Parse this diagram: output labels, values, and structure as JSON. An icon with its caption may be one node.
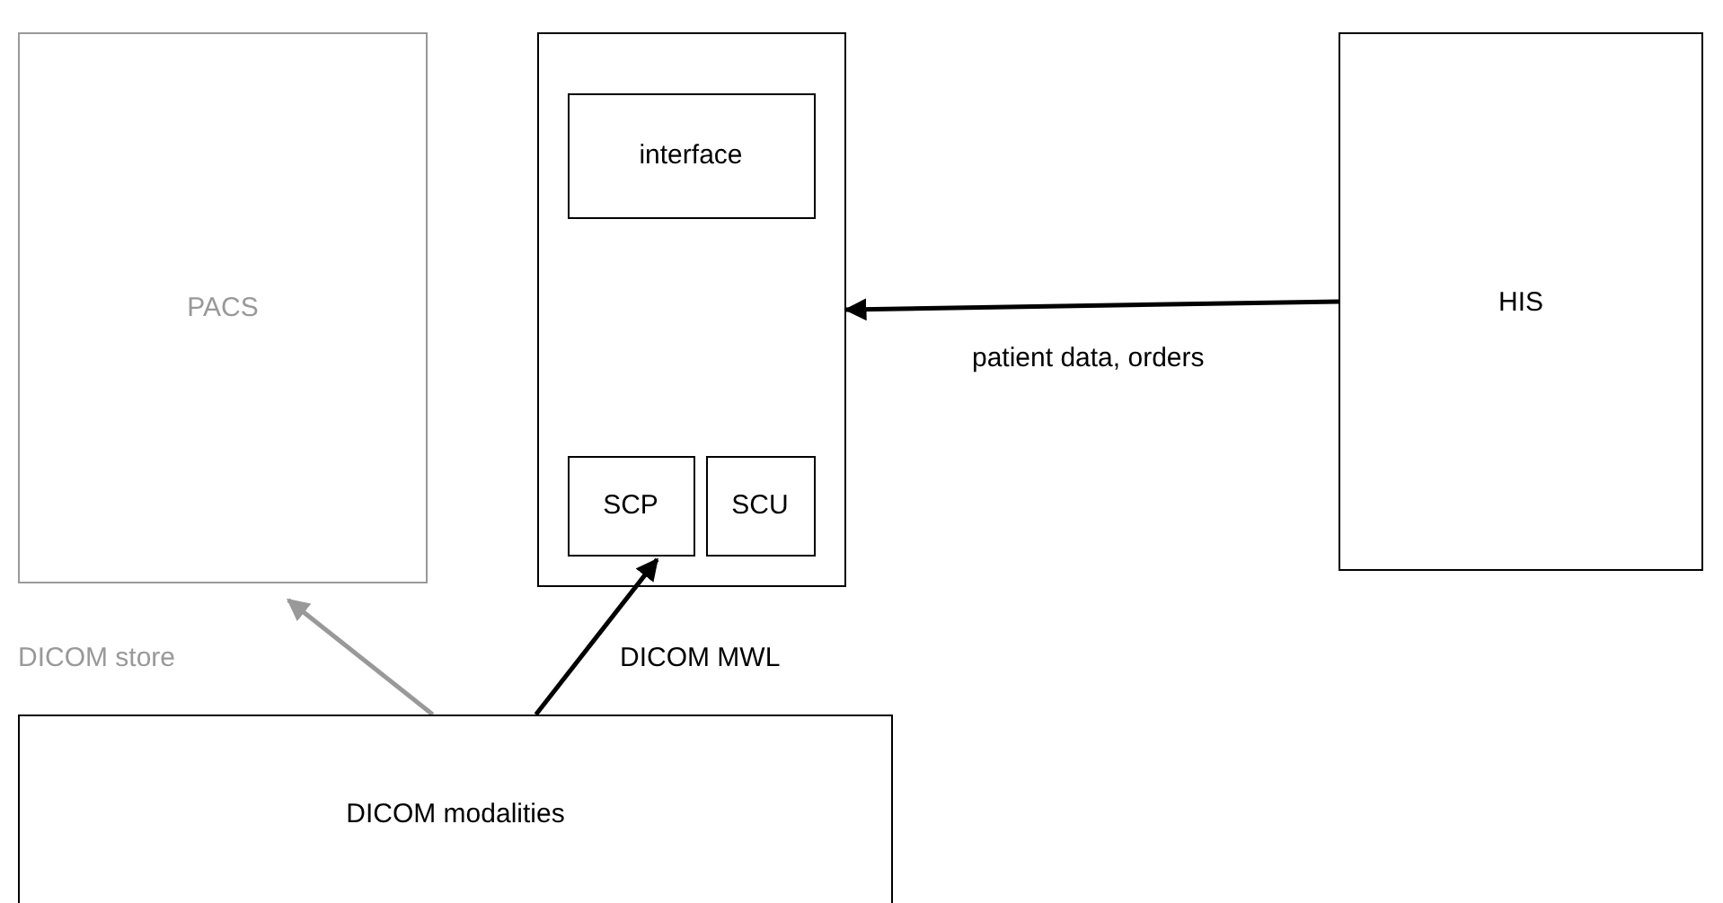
{
  "diagram": {
    "nodes": [
      {
        "text": [
          "PACS"
        ]
      },
      {
        "text": [],
        "shape": "box"
      },
      {
        "text": [
          "interface"
        ],
        "in": 1
      },
      {
        "text": [
          "SCP"
        ],
        "in": 1
      },
      {
        "text": [
          "SCU"
        ],
        "in": 1
      },
      {
        "text": [
          "HIS"
        ]
      },
      {
        "text": [
          "DICOM modalities"
        ]
      }
    ],
    "edges": [
      {
        "from": 5,
        "to": 1,
        "arrow": "to",
        "label": "patient data, orders"
      },
      {
        "from": 6,
        "to": 3,
        "arrow": "to",
        "label": "DICOM MWL"
      },
      {
        "from": 6,
        "to": 0,
        "arrow": "to",
        "label": "DICOM store",
        "color": "#999999"
      }
    ]
  }
}
